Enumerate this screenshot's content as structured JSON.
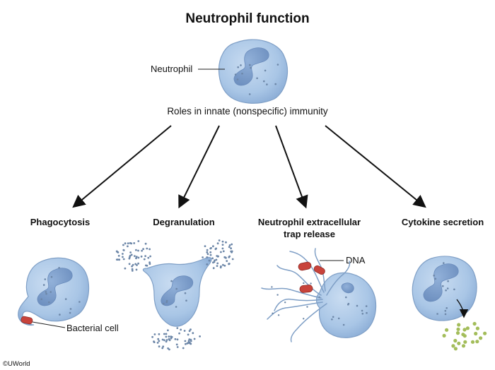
{
  "title": "Neutrophil function",
  "subtitle": "Roles in innate (nonspecific) immunity",
  "center_label": "Neutrophil",
  "roles": [
    {
      "id": "phagocytosis",
      "label": "Phagocytosis",
      "callout": "Bacterial cell"
    },
    {
      "id": "degranulation",
      "label": "Degranulation",
      "callout": ""
    },
    {
      "id": "net",
      "label": "Neutrophil extracellular trap release",
      "callout": "DNA"
    },
    {
      "id": "cytokine",
      "label": "Cytokine secretion",
      "callout": ""
    }
  ],
  "copyright": "©UWorld",
  "colors": {
    "cell_fill": "#a9c6e6",
    "cell_stroke": "#7f9fc6",
    "nucleus": "#7d9ecb",
    "granule": "#6d87a8",
    "bacterium": "#c8433b",
    "cytokine": "#a3bd5a",
    "arrow": "#111111"
  }
}
